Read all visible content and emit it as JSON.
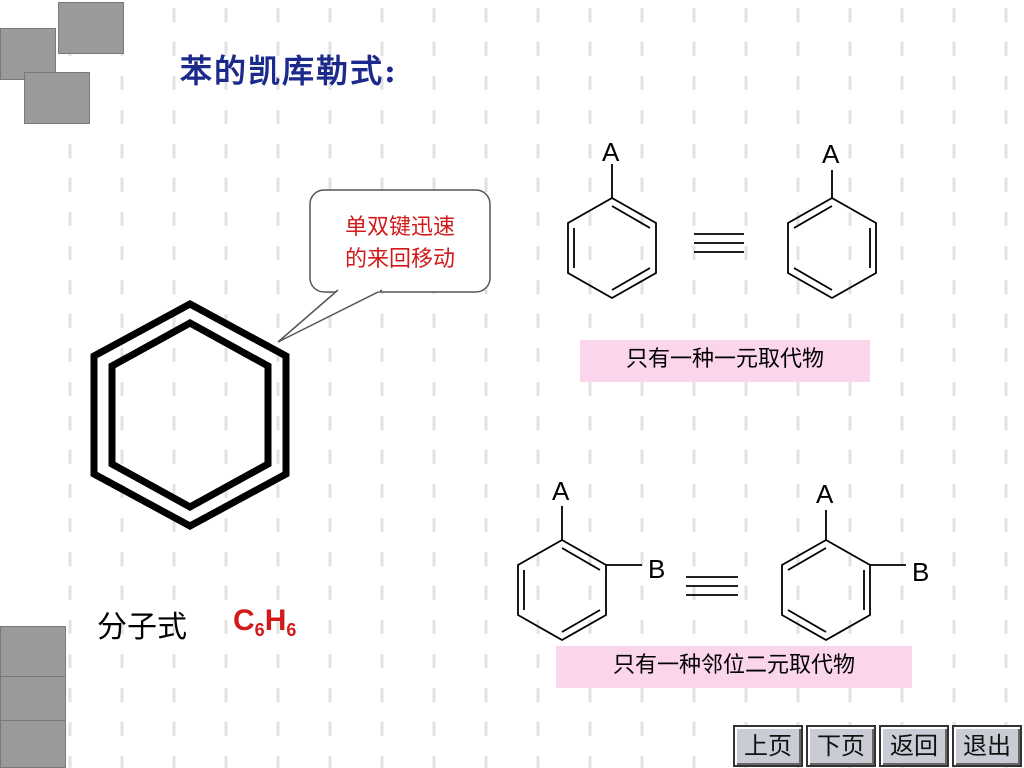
{
  "title": "苯的凯库勒式:",
  "callout": {
    "line1": "单双键迅速",
    "line2": "的来回移动"
  },
  "substituents": {
    "top_left": "A",
    "top_right": "A",
    "bottom_left_a": "A",
    "bottom_left_b": "B",
    "bottom_right_a": "A",
    "bottom_right_b": "B"
  },
  "captions": {
    "mono": "只有一种一元取代物",
    "ortho": "只有一种邻位二元取代物"
  },
  "formula": {
    "label": "分子式",
    "c": "C",
    "c_count": "6",
    "h": "H",
    "h_count": "6"
  },
  "nav": {
    "prev": "上页",
    "next": "下页",
    "back": "返回",
    "exit": "退出"
  },
  "colors": {
    "title": "#1c2a8c",
    "highlight_red": "#d21a1a",
    "caption_bg": "#fbd5ec"
  }
}
